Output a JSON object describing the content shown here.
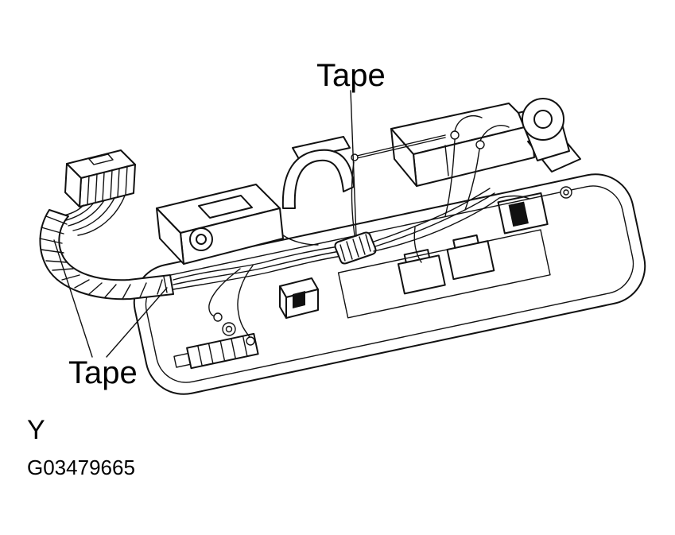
{
  "figure": {
    "labels": {
      "tape_top": "Tape",
      "tape_bottom": "Tape",
      "view": "Y",
      "figure_id": "G03479665"
    }
  },
  "colors": {
    "line": "#111111",
    "background": "#ffffff"
  }
}
